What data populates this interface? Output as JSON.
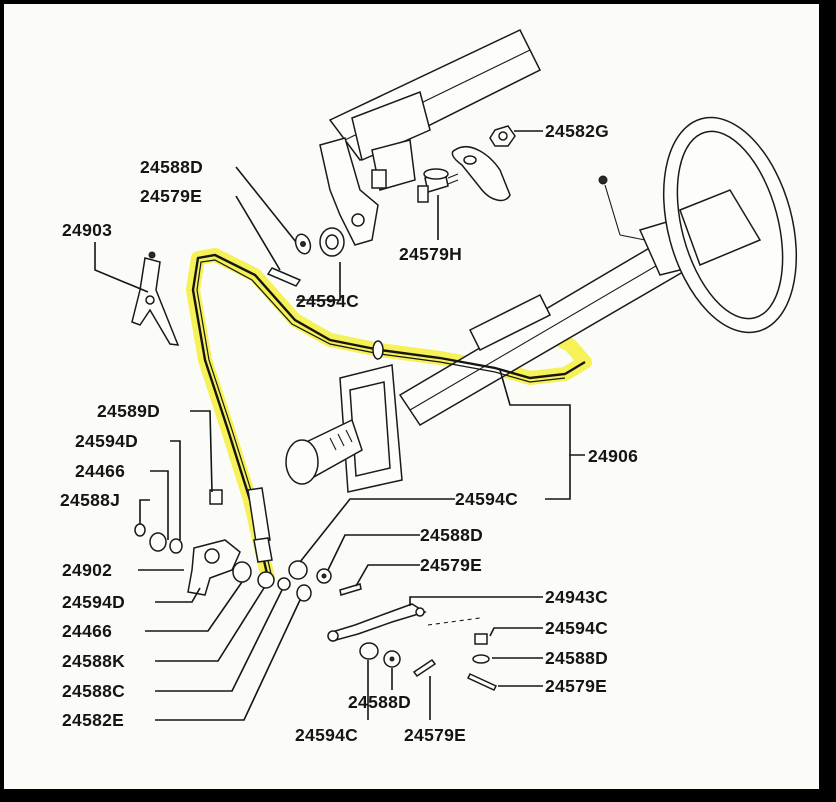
{
  "diagram": {
    "highlight_color": "#f3ee3a",
    "line_color": "#151515",
    "background": "#fbfbf8",
    "labels": {
      "p24588D_top": "24588D",
      "p24579E_top": "24579E",
      "p24903": "24903",
      "p24594C_top": "24594C",
      "p24582G": "24582G",
      "p24579H": "24579H",
      "p24906": "24906",
      "p24589D": "24589D",
      "p24594D_a": "24594D",
      "p24466_a": "24466",
      "p24588J": "24588J",
      "p24594C_mid": "24594C",
      "p24588D_mid": "24588D",
      "p24579E_mid": "24579E",
      "p24902": "24902",
      "p24594D_b": "24594D",
      "p24466_b": "24466",
      "p24588K": "24588K",
      "p24588C": "24588C",
      "p24582E": "24582E",
      "p24943C": "24943C",
      "p24594C_r": "24594C",
      "p24588D_r": "24588D",
      "p24579E_r": "24579E",
      "p24588D_bot": "24588D",
      "p24594C_bot": "24594C",
      "p24579E_bot": "24579E"
    }
  }
}
